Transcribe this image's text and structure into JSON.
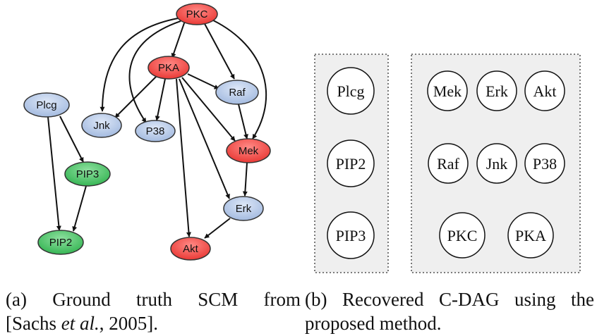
{
  "colors": {
    "red": "#e8332f",
    "blue": "#a9bfe3",
    "green": "#2fb24e",
    "panel_fill": "#efefef"
  },
  "graph_a": {
    "nodes": {
      "pkc": {
        "label": "PKC",
        "color": "red"
      },
      "pka": {
        "label": "PKA",
        "color": "red"
      },
      "raf": {
        "label": "Raf",
        "color": "blue"
      },
      "plcg": {
        "label": "Plcg",
        "color": "blue"
      },
      "jnk": {
        "label": "Jnk",
        "color": "blue"
      },
      "p38": {
        "label": "P38",
        "color": "blue"
      },
      "mek": {
        "label": "Mek",
        "color": "red"
      },
      "pip3": {
        "label": "PIP3",
        "color": "green"
      },
      "erk": {
        "label": "Erk",
        "color": "blue"
      },
      "pip2": {
        "label": "PIP2",
        "color": "green"
      },
      "akt": {
        "label": "Akt",
        "color": "red"
      }
    },
    "edges": [
      [
        "pkc",
        "pka"
      ],
      [
        "pkc",
        "jnk"
      ],
      [
        "pkc",
        "p38"
      ],
      [
        "pkc",
        "raf"
      ],
      [
        "pkc",
        "mek"
      ],
      [
        "pka",
        "jnk"
      ],
      [
        "pka",
        "p38"
      ],
      [
        "pka",
        "raf"
      ],
      [
        "pka",
        "mek"
      ],
      [
        "pka",
        "erk"
      ],
      [
        "pka",
        "akt"
      ],
      [
        "raf",
        "mek"
      ],
      [
        "mek",
        "erk"
      ],
      [
        "erk",
        "akt"
      ],
      [
        "plcg",
        "pip3"
      ],
      [
        "plcg",
        "pip2"
      ],
      [
        "pip3",
        "pip2"
      ]
    ]
  },
  "graph_b": {
    "cluster_1": [
      "Plcg",
      "PIP2",
      "PIP3"
    ],
    "cluster_2": [
      "Mek",
      "Erk",
      "Akt",
      "Raf",
      "Jnk",
      "P38",
      "PKC",
      "PKA"
    ]
  },
  "captions": {
    "a_line1": "(a) Ground truth SCM from",
    "a_line2_pre": "[Sachs ",
    "a_line2_em": "et al.",
    "a_line2_post": ", 2005].",
    "b_line1": "(b) Recovered C-DAG using the",
    "b_line2": "proposed method."
  }
}
